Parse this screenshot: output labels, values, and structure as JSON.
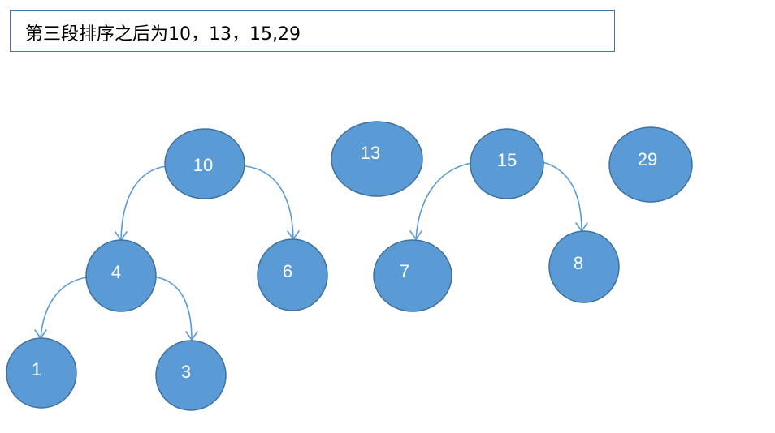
{
  "title": {
    "text": "第三段排序之后为10，13，15,29"
  },
  "nodes": [
    {
      "id": "n10",
      "label": "10"
    },
    {
      "id": "n13",
      "label": "13"
    },
    {
      "id": "n15",
      "label": "15"
    },
    {
      "id": "n29",
      "label": "29"
    },
    {
      "id": "n4",
      "label": "4"
    },
    {
      "id": "n6",
      "label": "6"
    },
    {
      "id": "n7",
      "label": "7"
    },
    {
      "id": "n8",
      "label": "8"
    },
    {
      "id": "n1",
      "label": "1"
    },
    {
      "id": "n3",
      "label": "3"
    }
  ],
  "edges": [
    {
      "from": "n10",
      "to": "n4"
    },
    {
      "from": "n10",
      "to": "n6"
    },
    {
      "from": "n4",
      "to": "n1"
    },
    {
      "from": "n4",
      "to": "n3"
    },
    {
      "from": "n15",
      "to": "n7"
    },
    {
      "from": "n15",
      "to": "n8"
    }
  ],
  "colors": {
    "node_fill": "#5b9bd5",
    "node_stroke": "#41719c",
    "edge": "#5b9bd5",
    "title_border": "#4a72b0"
  }
}
